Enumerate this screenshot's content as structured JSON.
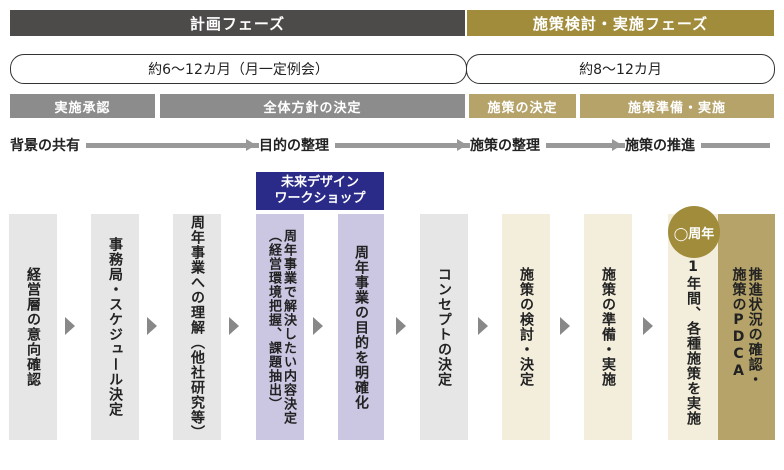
{
  "colors": {
    "planning_dark": "#4d4a4a",
    "implementation_gold": "#a08c3a",
    "sub_gray": "#8c8c8c",
    "sub_gold": "#b5a36a",
    "box_gray": "#e6e6e6",
    "box_purple": "#cbc6e2",
    "box_cream": "#f3eedc",
    "box_gold": "#b5a36a",
    "workshop_navy": "#2a2a88",
    "arrow_gray": "#999999"
  },
  "phases": {
    "planning": "計画フェーズ",
    "implementation": "施策検討・実施フェーズ"
  },
  "durations": {
    "planning": "約6〜12カ月（月一定例会）",
    "implementation": "約8〜12カ月"
  },
  "subphases": [
    "実施承認",
    "全体方針の決定",
    "施策の決定",
    "施策準備・実施"
  ],
  "stages": [
    "背景の共有",
    "目的の整理",
    "施策の整理",
    "施策の推進"
  ],
  "workshop": {
    "line1": "未来デザイン",
    "line2": "ワークショップ"
  },
  "badge": "◯周年",
  "steps": [
    "経営層の意向確認",
    "事務局・スケジュール決定",
    "周年事業への理解（他社研究等）",
    "周年事業で解決したい内容決定\n（経営環境把握、課題抽出）",
    "周年事業の目的を明確化",
    "コンセプトの決定",
    "施策の検討・決定",
    "施策の準備・実施",
    "1年間、各種施策を実施",
    "推進状況の確認・\n施策のPDCA"
  ]
}
